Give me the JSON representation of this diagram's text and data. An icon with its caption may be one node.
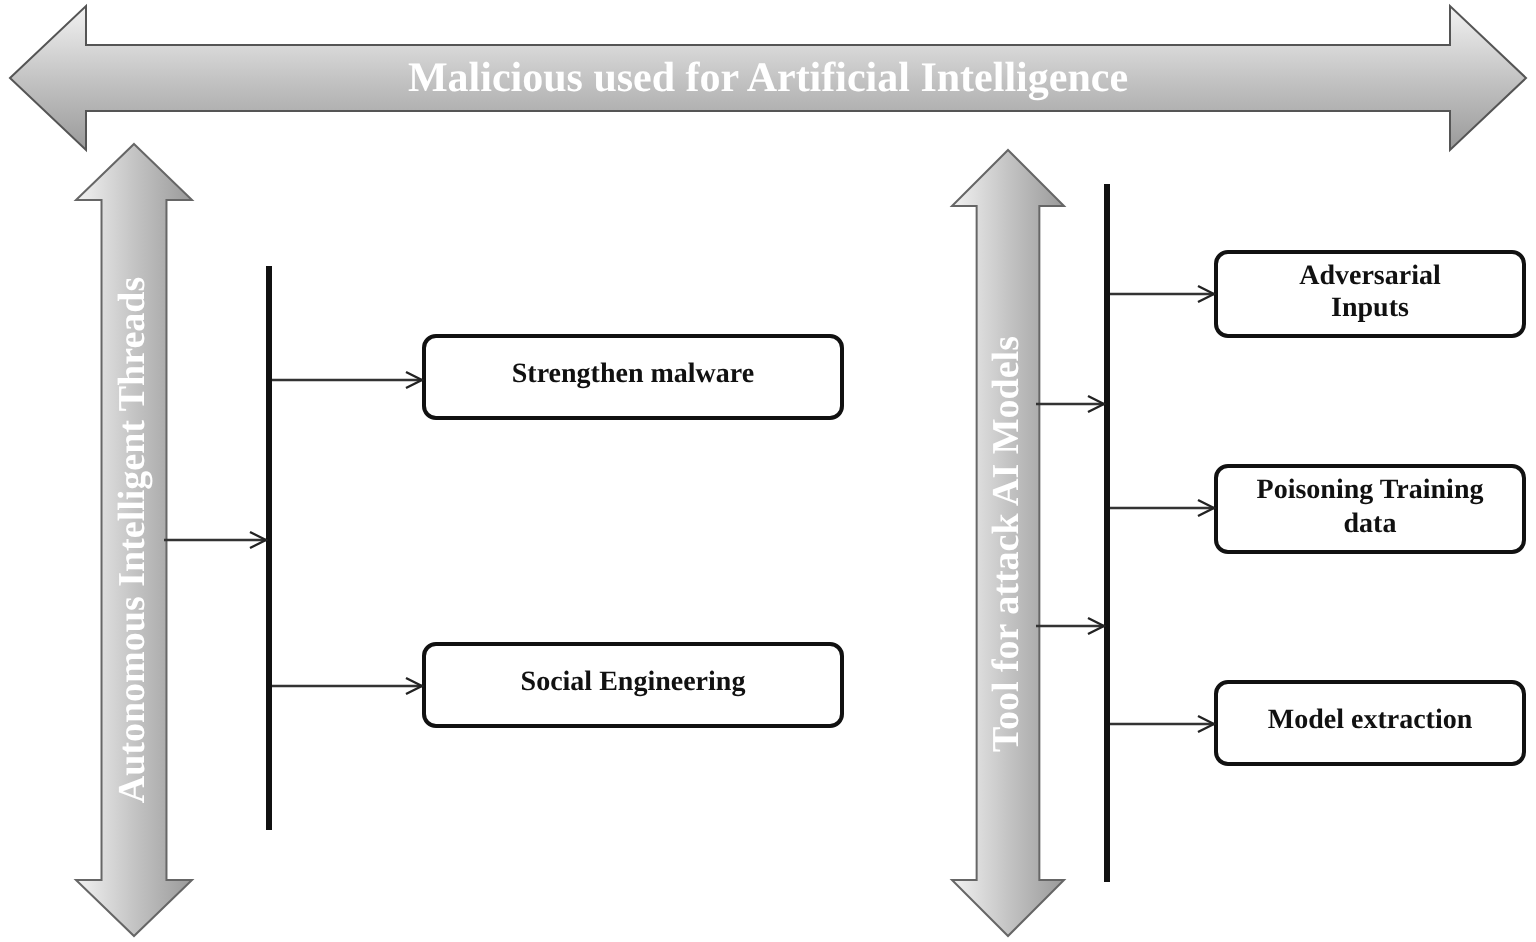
{
  "diagram": {
    "nodes": [
      {
        "text": [
          "Malicious used for Artificial Intelligence"
        ]
      },
      {
        "text": [
          "Autonomous Intelligent Threads"
        ]
      },
      {
        "text": [],
        "shape": "bar"
      },
      {
        "text": [
          "Strengthen malware"
        ]
      },
      {
        "text": [
          "Social Engineering"
        ]
      },
      {
        "text": [
          "Tool for attack AI Models"
        ]
      },
      {
        "text": [],
        "shape": "bar"
      },
      {
        "text": [
          "Adversarial Inputs"
        ]
      },
      {
        "text": [
          "Poisoning Training data"
        ]
      },
      {
        "text": [
          "Model extraction"
        ]
      }
    ],
    "edges": [
      {
        "from": 1,
        "to": 2,
        "arrow": "to"
      },
      {
        "from": 2,
        "to": 3,
        "arrow": "to"
      },
      {
        "from": 2,
        "to": 4,
        "arrow": "to"
      },
      {
        "from": 5,
        "to": 6,
        "arrow": "to"
      },
      {
        "from": 5,
        "to": 6,
        "arrow": "to"
      },
      {
        "from": 6,
        "to": 7,
        "arrow": "to"
      },
      {
        "from": 6,
        "to": 8,
        "arrow": "to"
      },
      {
        "from": 6,
        "to": 9,
        "arrow": "to"
      }
    ]
  }
}
